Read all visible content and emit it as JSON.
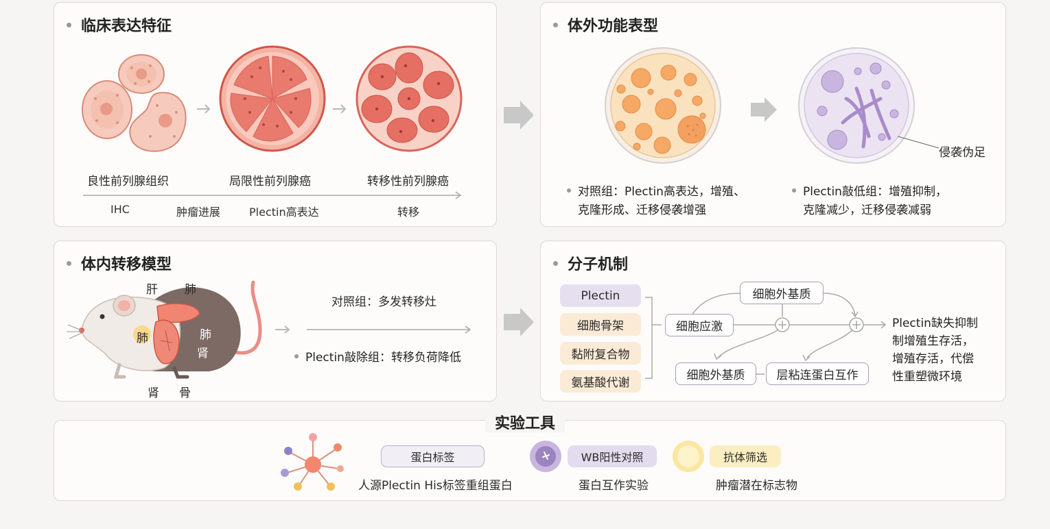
{
  "panels": {
    "clinical": {
      "title": "临床表达特征",
      "stages": [
        "良性前列腺组织",
        "局限性前列腺癌",
        "转移性前列腺癌"
      ],
      "axis_labels": [
        "IHC",
        "肿瘤进展",
        "Plectin高表达",
        "转移"
      ]
    },
    "in_vitro": {
      "title": "体外功能表型",
      "pseudopod_label": "侵袭伪足",
      "control_text_line1": "对照组：Plectin高表达，增殖、",
      "control_text_line2": "克隆形成、迁移侵袭增强",
      "knockdown_text_line1": "Plectin敲低组：增殖抑制，",
      "knockdown_text_line2": "克隆减少，迁移侵袭减弱"
    },
    "in_vivo": {
      "title": "体内转移模型",
      "organ_labels": {
        "liver": "肝",
        "lung_top": "肺",
        "lung_left": "肺",
        "lung_right": "肺",
        "kidney_right": "肾",
        "kidney_bottom": "肾",
        "bone": "骨"
      },
      "control_text": "对照组：多发转移灶",
      "knockout_text": "Plectin敲除组：转移负荷降低"
    },
    "mechanism": {
      "title": "分子机制",
      "left_pills": [
        "Plectin",
        "细胞骨架",
        "黏附复合物",
        "氨基酸代谢"
      ],
      "cell_stress": "细胞应激",
      "ecm_top": "细胞外基质",
      "ecm_bottom": "细胞外基质",
      "plakin": "层粘连蛋白互作",
      "result_lines": [
        "Plectin缺失抑制",
        "制增殖生存活，",
        "增殖存活，代偿",
        "性重塑微环境"
      ],
      "plus_symbol": "+"
    }
  },
  "tools": {
    "title": "实验工具",
    "items": [
      {
        "pill": "蛋白标签",
        "caption": "人源Plectin His标签重组蛋白"
      },
      {
        "pill": "WB阳性对照",
        "caption": "蛋白互作实验"
      },
      {
        "pill": "抗体筛选",
        "caption": "肿瘤潜在标志物"
      }
    ]
  },
  "colors": {
    "tissue_pink": "#f2a89a",
    "tissue_red": "#d9534a",
    "dish_orange": "#f5a867",
    "dish_purple": "#c6b4dd",
    "mouse_brown": "#7d6a65",
    "pill_orange": "#fbebd6",
    "pill_purple": "#e6dff0",
    "tool_yellow": "#fbe7a0"
  }
}
